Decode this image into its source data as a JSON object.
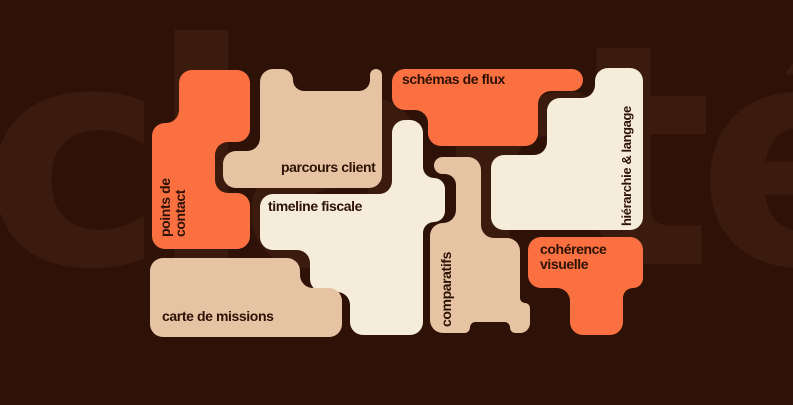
{
  "background": {
    "word": "clarté"
  },
  "colors": {
    "bg": "#2f1207",
    "letter": "#3b1b0d",
    "orange": "#fb7040",
    "tan": "#e6c3a3",
    "cream": "#f6ecda",
    "text": "#2d1206"
  },
  "pieces": {
    "points-de-contact": {
      "label": "points de\ncontact"
    },
    "parcours-client": {
      "label": "parcours client"
    },
    "schemas-de-flux": {
      "label": "schémas de flux"
    },
    "hierarchie-langage": {
      "label": "hiérarchie & langage"
    },
    "timeline-fiscale": {
      "label": "timeline fiscale"
    },
    "comparatifs": {
      "label": "comparatifs"
    },
    "coherence-visuelle": {
      "label": "cohérence\nvisuelle"
    },
    "carte-de-missions": {
      "label": "carte de missions"
    }
  }
}
